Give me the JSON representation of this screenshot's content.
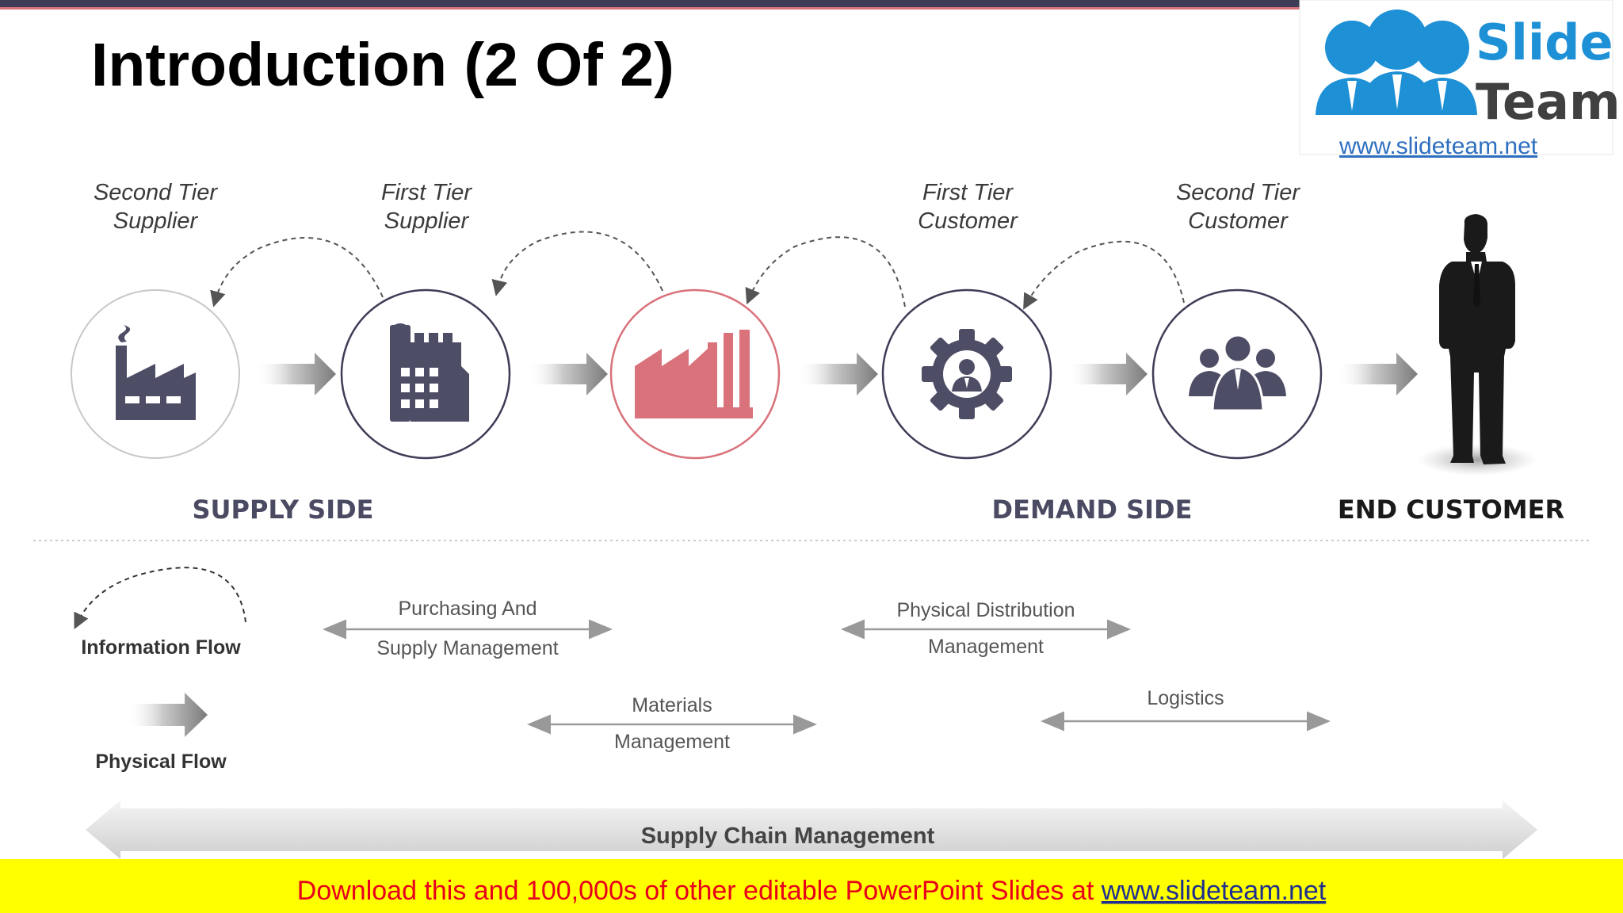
{
  "title": "Introduction (2 Of 2)",
  "nodes": [
    {
      "label_line1": "Second Tier",
      "label_line2": "Supplier",
      "icon": "factory-smoke-icon"
    },
    {
      "label_line1": "First Tier",
      "label_line2": "Supplier",
      "icon": "factory-building-icon"
    },
    {
      "label_line1": "",
      "label_line2": "",
      "icon": "factory-icon"
    },
    {
      "label_line1": "First Tier",
      "label_line2": "Customer",
      "icon": "gear-person-icon"
    },
    {
      "label_line1": "Second Tier",
      "label_line2": "Customer",
      "icon": "group-icon"
    }
  ],
  "side_labels": {
    "supply": "SUPPLY SIDE",
    "demand": "DEMAND SIDE",
    "end_customer": "END CUSTOMER"
  },
  "legend": {
    "information_flow": "Information Flow",
    "physical_flow": "Physical Flow"
  },
  "flows": {
    "purchasing_line1": "Purchasing And",
    "purchasing_line2": "Supply Management",
    "materials_line1": "Materials",
    "materials_line2": "Management",
    "distribution_line1": "Physical Distribution",
    "distribution_line2": "Management",
    "logistics": "Logistics"
  },
  "scm_label": "Supply Chain Management",
  "banner": {
    "text": "Download this and 100,000s of other editable PowerPoint Slides at ",
    "link": "www.slideteam.net"
  },
  "logo": {
    "word1": "Slide",
    "word2": "Team",
    "url": "www.slideteam.net"
  },
  "colors": {
    "node_stroke": "#3e3d57",
    "highlight": "#d9727b",
    "icon": "#4e4d66",
    "side_text": "#4a4a63",
    "banner_bg": "#ffff00",
    "logo_blue": "#1e90d6"
  }
}
